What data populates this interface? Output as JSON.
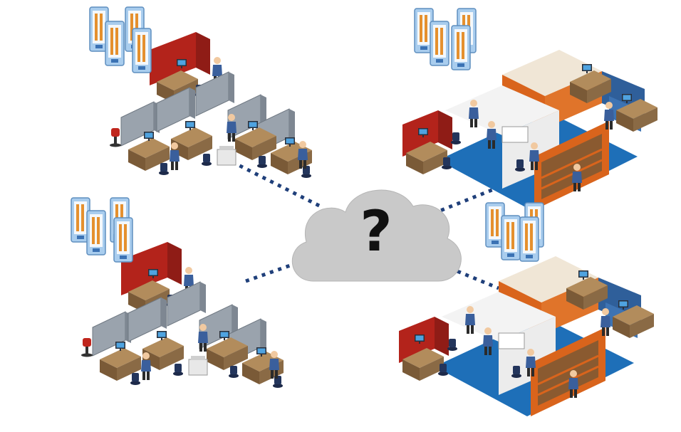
{
  "diagram": {
    "center": {
      "label": "?",
      "icon": "cloud-icon",
      "fill": "#c9c9c9"
    },
    "connector_color": "#1f3f7a",
    "sites": [
      {
        "name": "office-top-left",
        "style": "cubicles",
        "servers": "server-rack-icon"
      },
      {
        "name": "office-bottom-left",
        "style": "cubicles",
        "servers": "server-rack-icon"
      },
      {
        "name": "office-top-right",
        "style": "rooms",
        "servers": "server-rack-icon"
      },
      {
        "name": "office-bottom-right",
        "style": "rooms",
        "servers": "server-rack-icon"
      }
    ],
    "colors": {
      "wall_red": "#b3231b",
      "wall_orange": "#d9641c",
      "wall_blue": "#2f5f9a",
      "panel_grey": "#9aa3ad",
      "desk": "#8a6a45",
      "floor_blue": "#1e6fb8",
      "server_body": "#bcd9f1",
      "server_light": "#e5902e"
    }
  }
}
